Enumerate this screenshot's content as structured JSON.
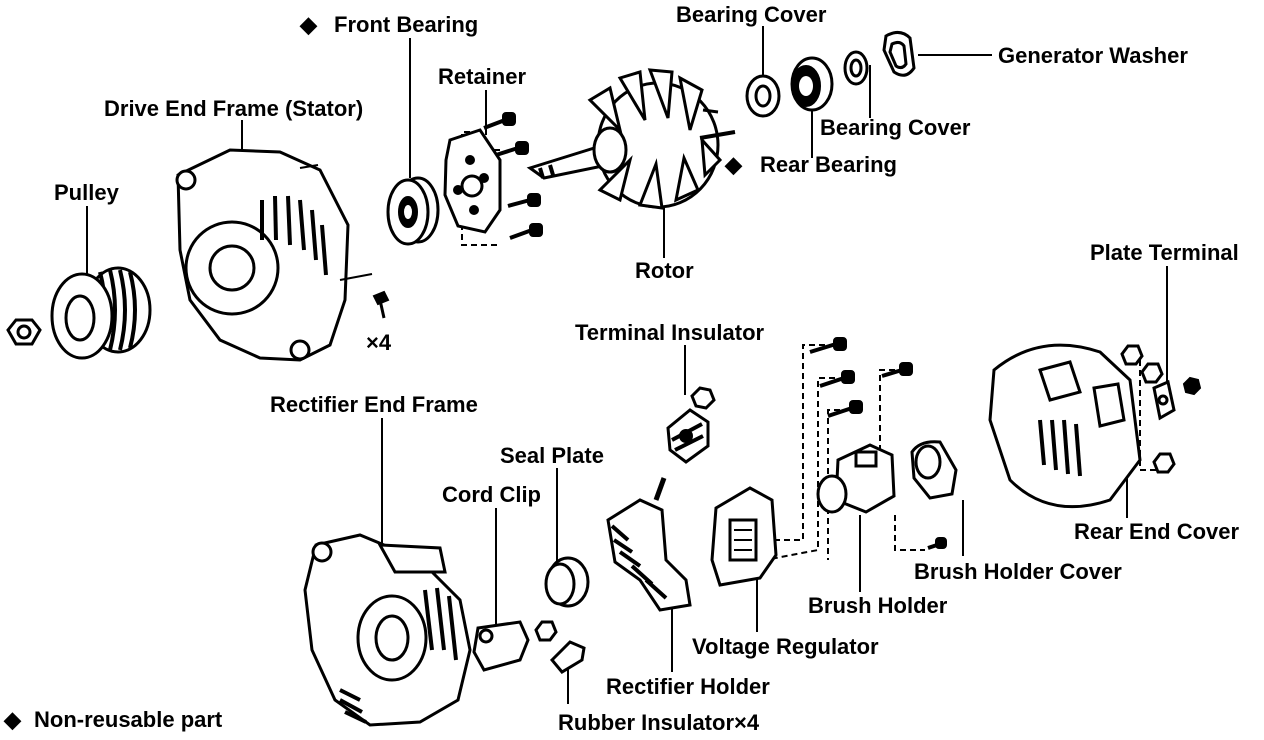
{
  "labels": {
    "front_bearing": "Front Bearing",
    "bearing_cover_top": "Bearing Cover",
    "generator_washer": "Generator Washer",
    "retainer": "Retainer",
    "drive_end_frame": "Drive End Frame (Stator)",
    "bearing_cover_right": "Bearing Cover",
    "rear_bearing": "Rear Bearing",
    "pulley": "Pulley",
    "rotor": "Rotor",
    "plate_terminal": "Plate Terminal",
    "times_four_bolts": "×4",
    "terminal_insulator": "Terminal Insulator",
    "rectifier_end_frame": "Rectifier End Frame",
    "seal_plate": "Seal Plate",
    "cord_clip": "Cord Clip",
    "rear_end_cover": "Rear End Cover",
    "brush_holder_cover": "Brush Holder Cover",
    "brush_holder": "Brush Holder",
    "voltage_regulator": "Voltage Regulator",
    "rectifier_holder": "Rectifier Holder",
    "rubber_insulator": "Rubber Insulator×4",
    "legend": "Non-reusable part"
  },
  "symbols": {
    "non_reusable_marker": "◆"
  }
}
